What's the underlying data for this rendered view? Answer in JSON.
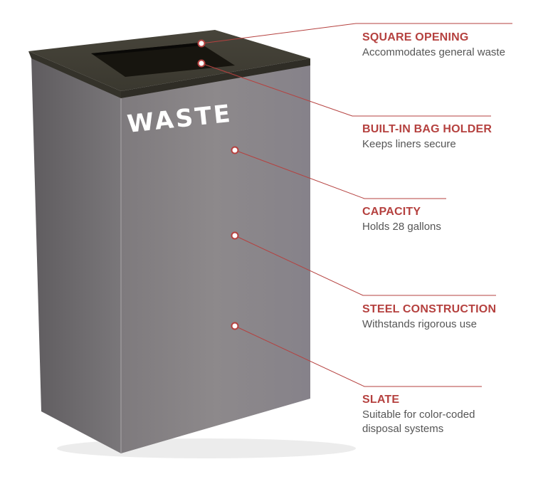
{
  "product": {
    "label": "WASTE"
  },
  "colors": {
    "accent": "#b5413f",
    "leader_line": "#b5413f",
    "text_desc": "#555555",
    "body_front": "#8a8688",
    "body_side": "#6f6c6e",
    "lid": "#3f3c30"
  },
  "features": [
    {
      "title": "SQUARE OPENING",
      "description": "Accommodates general waste"
    },
    {
      "title": "BUILT-IN BAG HOLDER",
      "description": "Keeps liners secure"
    },
    {
      "title": "CAPACITY",
      "description": "Holds 28 gallons"
    },
    {
      "title": "STEEL CONSTRUCTION",
      "description": "Withstands rigorous use"
    },
    {
      "title": "SLATE",
      "description": "Suitable for color-coded\ndisposal systems"
    }
  ]
}
